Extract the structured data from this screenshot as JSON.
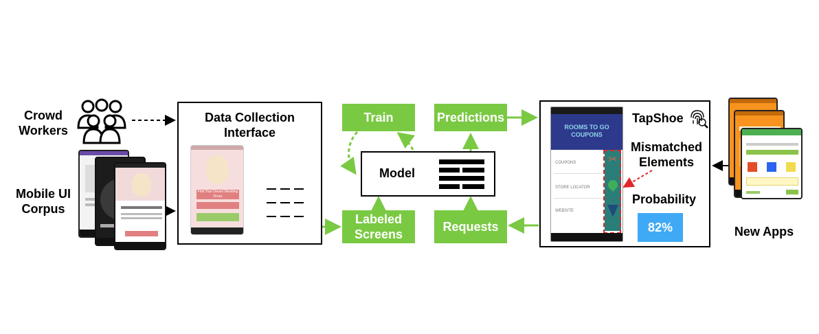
{
  "crowd": {
    "label_line1": "Crowd",
    "label_line2": "Workers"
  },
  "corpus": {
    "label_line1": "Mobile UI",
    "label_line2": "Corpus"
  },
  "data_collection": {
    "title_line1": "Data Collection",
    "title_line2": "Interface",
    "mockup_heading": "Find Your Dream Wedding Dress"
  },
  "pipeline": {
    "train": "Train",
    "predictions": "Predictions",
    "model": "Model",
    "labeled_line1": "Labeled",
    "labeled_line2": "Screens",
    "requests": "Requests"
  },
  "tapshoe": {
    "title": "TapShoe",
    "mismatched_line1": "Mismatched",
    "mismatched_line2": "Elements",
    "probability_label": "Probability",
    "probability_value": "82%",
    "app_logo_line1": "ROOMS TO GO",
    "app_logo_line2": "COUPONS",
    "menu_items": [
      "COUPONS",
      "STORE LOCATOR",
      "WEBSITE"
    ]
  },
  "new_apps": {
    "label": "New Apps"
  },
  "colors": {
    "green": "#7ac943",
    "blue": "#3fa9f5",
    "red_dash": "#e0262b",
    "app_blue": "#2d3a8c",
    "orange": "#f7931e"
  }
}
